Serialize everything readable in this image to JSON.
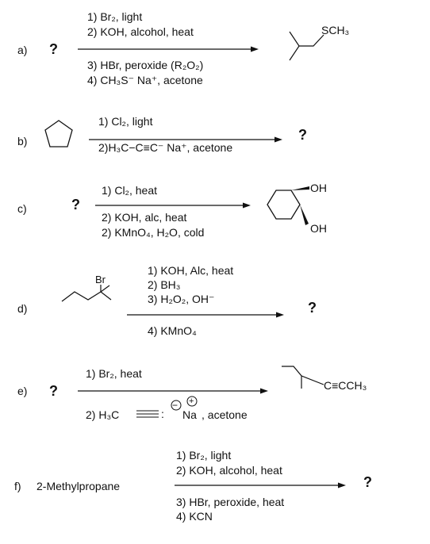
{
  "problems": [
    {
      "label": "a)",
      "start": "?",
      "steps_above": [
        "1) Br₂, light",
        "2) KOH, alcohol, heat"
      ],
      "steps_below": [
        "3) HBr, peroxide (R₂O₂)",
        "4) CH₃S⁻ Na⁺, acetone"
      ],
      "product_label": "SCH₃"
    },
    {
      "label": "b)",
      "steps_above": [
        "1) Cl₂, light"
      ],
      "steps_below": [
        "2)H₃C−C≡C⁻ Na⁺, acetone"
      ],
      "product": "?"
    },
    {
      "label": "c)",
      "start": "?",
      "steps_above": [
        "1) Cl₂, heat"
      ],
      "steps_below": [
        "2) KOH, alc, heat",
        "2) KMnO₄, H₂O, cold"
      ],
      "product_labels": [
        "OH",
        "OH"
      ]
    },
    {
      "label": "d)",
      "start_label": "Br",
      "steps_above": [
        "1) KOH, Alc, heat",
        "2) BH₃",
        "3) H₂O₂, OH⁻"
      ],
      "steps_below": [
        "4) KMnO₄"
      ],
      "product": "?"
    },
    {
      "label": "e)",
      "start": "?",
      "steps_above": [
        "1) Br₂, heat"
      ],
      "steps_below_prefix": "2) H₃C",
      "steps_below_suffix": ":",
      "minus_sign": "−",
      "plus_sign": "+",
      "counterion": "Na",
      "solvent": ", acetone",
      "product_label": "C≡CCH₃"
    },
    {
      "label": "f)",
      "start": "2-Methylpropane",
      "steps_above": [
        "1) Br₂, light",
        "2) KOH, alcohol, heat"
      ],
      "steps_below": [
        "3) HBr, peroxide, heat",
        "4) KCN"
      ],
      "product": "?"
    }
  ]
}
